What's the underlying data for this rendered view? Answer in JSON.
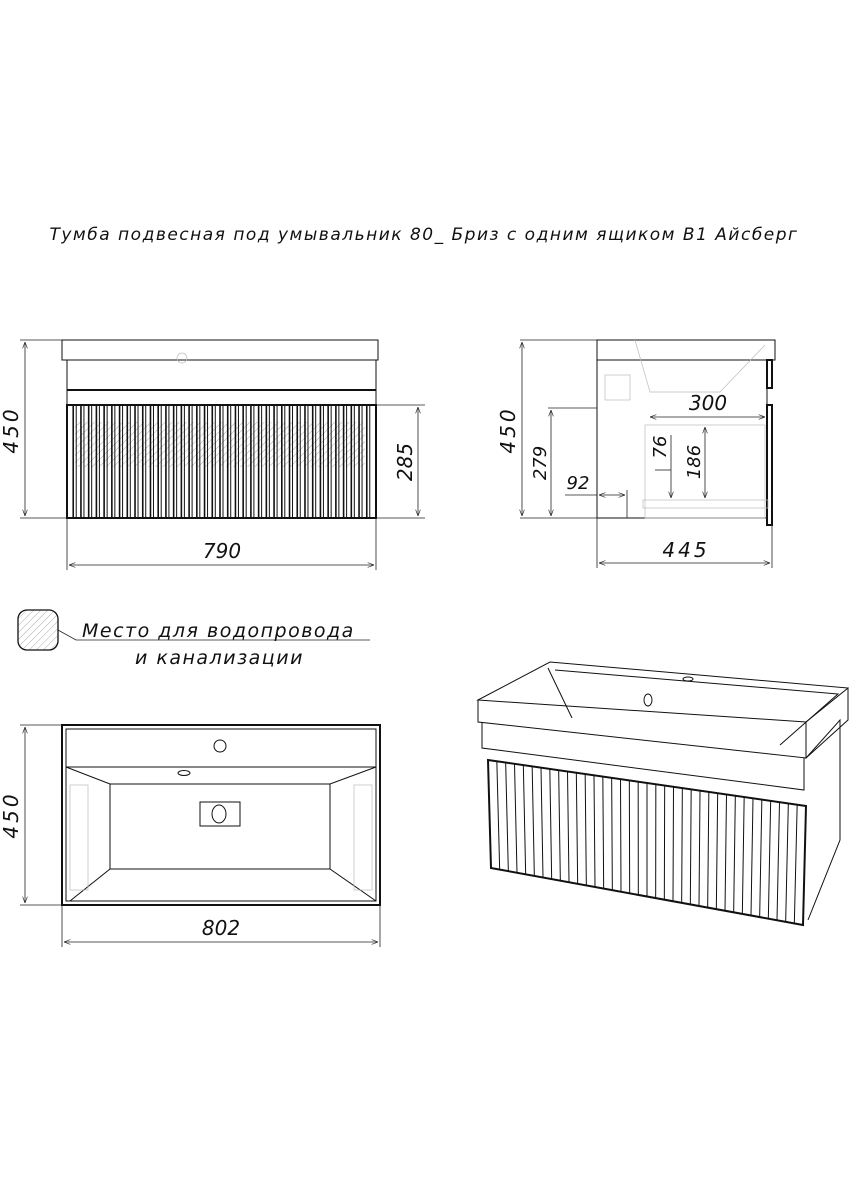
{
  "title": "Тумба подвесная под умывальник 80_ Бриз с одним ящиком В1 Айсберг",
  "front_view": {
    "height": "450",
    "drawer_height": "285",
    "width": "790",
    "slat_count": 40
  },
  "side_view": {
    "height": "450",
    "depth": "445",
    "d279": "279",
    "d92": "92",
    "d300": "300",
    "d76": "76",
    "d186": "186"
  },
  "legend": {
    "line1": "Место для водопровода",
    "line2": "и канализации"
  },
  "top_view": {
    "height": "450",
    "width": "802"
  },
  "iso_view": {
    "slat_count": 36
  }
}
